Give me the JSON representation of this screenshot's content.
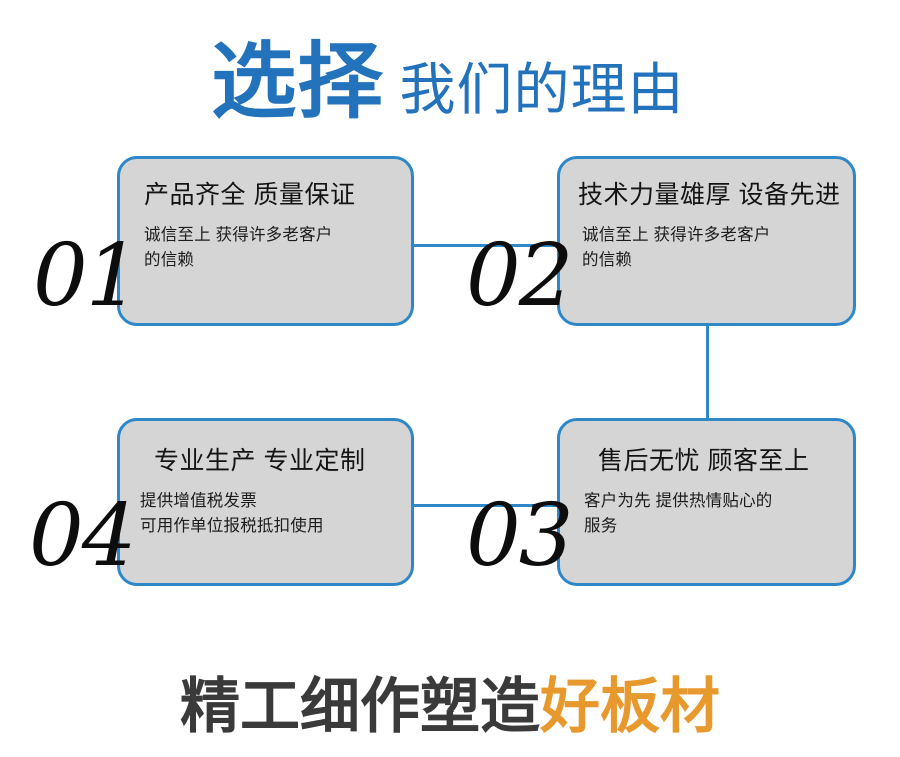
{
  "header": {
    "strong": "选择",
    "light": "我们的理由",
    "color": "#2272BC"
  },
  "cards": [
    {
      "index": "01",
      "title": "产品齐全 质量保证",
      "body_lines": [
        "诚信至上 获得许多老客户",
        "的信赖"
      ],
      "position": "top-left"
    },
    {
      "index": "02",
      "title": "技术力量雄厚 设备先进",
      "body_lines": [
        "诚信至上 获得许多老客户",
        "的信赖"
      ],
      "position": "top-right"
    },
    {
      "index": "03",
      "title": "售后无忧 顾客至上",
      "body_lines": [
        "客户为先 提供热情贴心的",
        "服务"
      ],
      "position": "bottom-right"
    },
    {
      "index": "04",
      "title": "专业生产 专业定制",
      "body_lines": [
        "提供增值税发票",
        "可用作单位报税抵扣使用"
      ],
      "position": "bottom-left"
    }
  ],
  "footer": {
    "main": "精工细作塑造",
    "accent": "好板材",
    "main_color": "#3a3a3a",
    "accent_color": "#E8992E"
  },
  "theme": {
    "background": "#ffffff",
    "card_fill": "#d5d5d5",
    "card_border": "#2E87C6",
    "connector": "#2E87C6",
    "text_dark": "#141414"
  }
}
